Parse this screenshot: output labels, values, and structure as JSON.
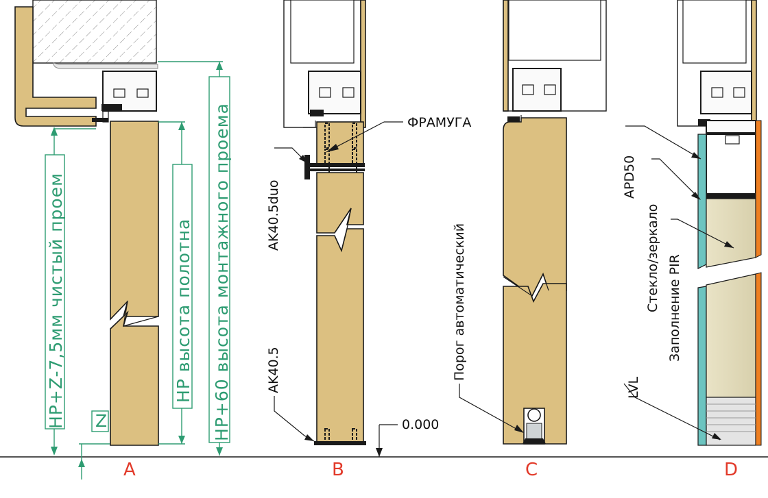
{
  "sections": {
    "a": "A",
    "b": "B",
    "c": "C",
    "d": "D"
  },
  "dimensions": {
    "clear_opening": "HP+Z-7,5мм чистый проем",
    "leaf_height": "HP высота полотна",
    "mounting_opening": "HP+60 высота монтажного проема",
    "z_mark": "Z"
  },
  "labels": {
    "transom": "ФРАМУГА",
    "ak40_duo": "AK40.5duo",
    "ak40": "AK40.5",
    "level": "0.000",
    "threshold": "Порог автоматический",
    "apd50": "APD50",
    "glass_mirror": "Стекло/зеркало",
    "pir_fill": "Заполнение PIR",
    "lvl": "LVL"
  },
  "colors": {
    "wood": "#dcc081",
    "dimension_green": "#2e9c72",
    "section_red": "#e23a2a",
    "glass": "#6cc4c0",
    "orange_skin": "#ee7f22",
    "pir": "#e7e0c4"
  }
}
